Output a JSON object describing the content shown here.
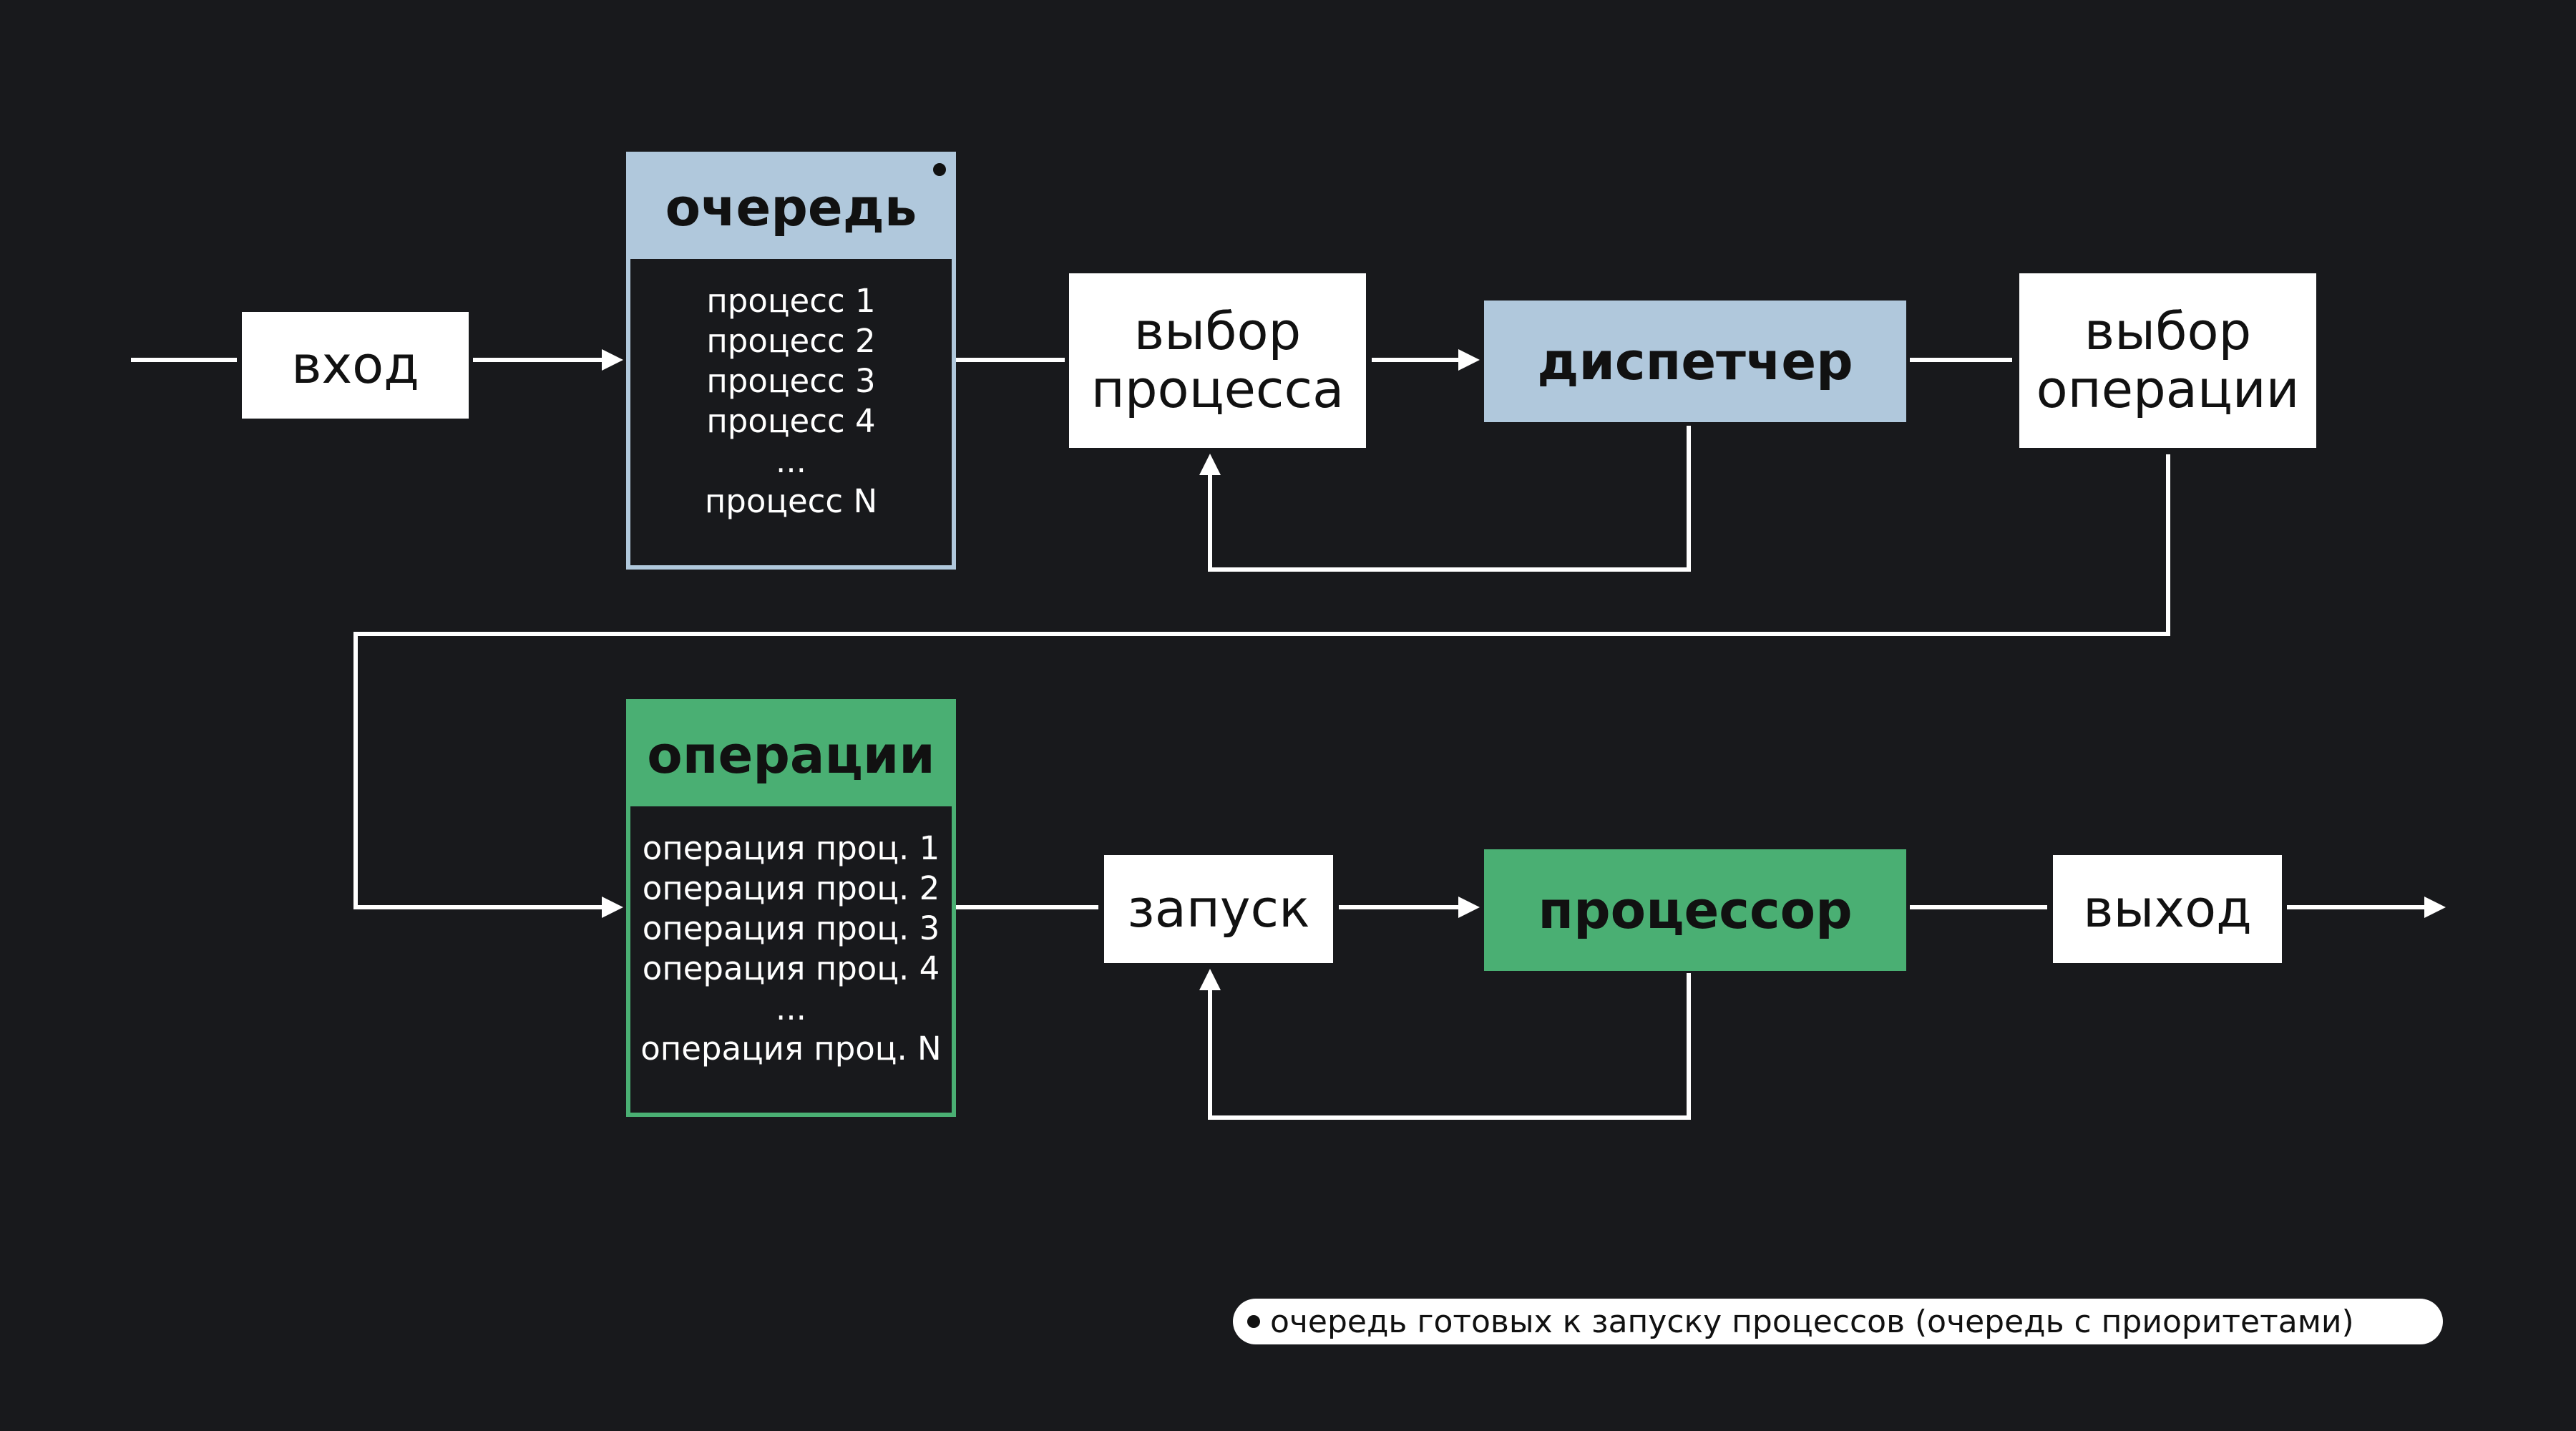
{
  "nodes": {
    "input": "вход",
    "process_select": [
      "выбор",
      "процесса"
    ],
    "dispatcher": "диспетчер",
    "operation_select": [
      "выбор",
      "операции"
    ],
    "launch": "запуск",
    "processor": "процессор",
    "output": "выход"
  },
  "queue": {
    "title": "очередь",
    "items": [
      "процесс 1",
      "процесс 2",
      "процесс 3",
      "процесс 4",
      "...",
      "процесс N"
    ]
  },
  "operations": {
    "title": "операции",
    "items": [
      "операция проц. 1",
      "операция проц. 2",
      "операция проц. 3",
      "операция проц. 4",
      "...",
      "операция проц. N"
    ]
  },
  "legend": {
    "text": "очередь готовых к запуску процессов (очередь с приоритетами)"
  },
  "colors": {
    "background": "#18191c",
    "queue_blue": "#b0c8dc",
    "operations_green": "#4aaf73",
    "line": "#ffffff"
  }
}
